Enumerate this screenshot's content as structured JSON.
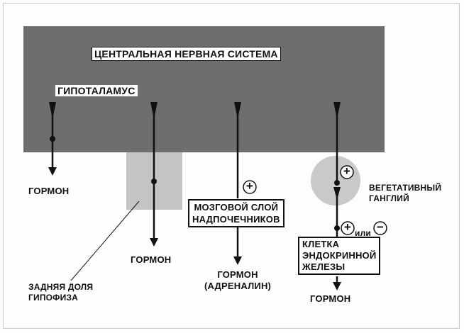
{
  "title": "ЦЕНТРАЛЬНАЯ НЕРВНАЯ СИСТЕМА",
  "hypothalamus": "ГИПОТАЛАМУС",
  "hormone_1": "ГОРМОН",
  "hormone_2": "ГОРМОН",
  "posterior_pituitary": "ЗАДНЯЯ ДОЛЯ\nГИПОФИЗА",
  "adrenal_medulla": "МОЗГОВОЙ СЛОЙ\nНАДПОЧЕЧНИКОВ",
  "hormone_3": "ГОРМОН\n(АДРЕНАЛИН)",
  "ganglion": "ВЕГЕТАТИВНЫЙ\nГАНГЛИЙ",
  "endocrine_cell": "КЛЕТКА\nЭНДОКРИННОЙ\nЖЕЛЕЗЫ",
  "hormone_4": "ГОРМОН",
  "plus_symbol": "+",
  "minus_symbol": "−",
  "or_label": "или",
  "colors": {
    "cns_block": "#6e6e6e",
    "pituitary_block": "#c4c4c4",
    "ganglion_circle": "#c9c9c9",
    "line": "#111111"
  }
}
